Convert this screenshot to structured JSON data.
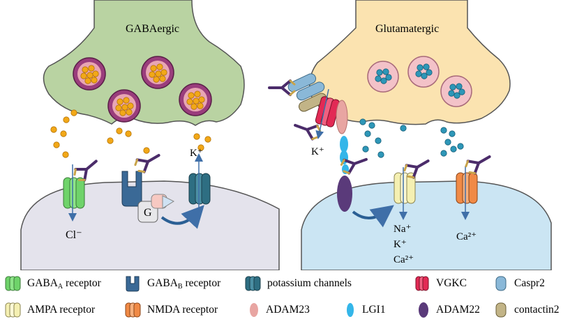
{
  "terminals": {
    "left_title": "GABAergic",
    "right_title": "Glutamatergic"
  },
  "ion_labels": {
    "k_left": "K⁺",
    "k_vgkc": "K⁺",
    "cl": "Cl⁻",
    "g_protein": "G",
    "ampa_flux": [
      "Na⁺",
      "K⁺",
      "Ca²⁺"
    ],
    "nmda_flux": "Ca²⁺"
  },
  "legend": {
    "gaba_a": {
      "main": "GABA",
      "sub": "A",
      "rest": " receptor"
    },
    "gaba_b": {
      "main": "GABA",
      "sub": "B",
      "rest": " receptor"
    },
    "potassium": "potassium channels",
    "vgkc": "VGKC",
    "caspr2": "Caspr2",
    "ampa": "AMPA receptor",
    "nmda": "NMDA receptor",
    "adam23": "ADAM23",
    "lgi1": "LGI1",
    "adam22": "ADAM22",
    "contactin2": "contactin2"
  },
  "colors": {
    "gaba_terminal": "#b9d3a2",
    "glut_terminal": "#fbe3b0",
    "post_left": "#e4e3ec",
    "post_right": "#cbe5f3",
    "gaba_dot": "#f2a818",
    "glu_dot": "#2e97b8",
    "vesicle": "#9a3d7c",
    "gaba_a": "#6fd36a",
    "gaba_b": "#3a6996",
    "potassium": "#2e6e82",
    "vgkc": "#e22a55",
    "ampa": "#f5f0b2",
    "nmda": "#f08a46",
    "adam23": "#e8a5a2",
    "lgi1": "#34b6e9",
    "adam22": "#5a3a7a",
    "caspr2": "#8ab8d8",
    "contactin2": "#c2b487",
    "antibody": "#4b2c6a"
  }
}
